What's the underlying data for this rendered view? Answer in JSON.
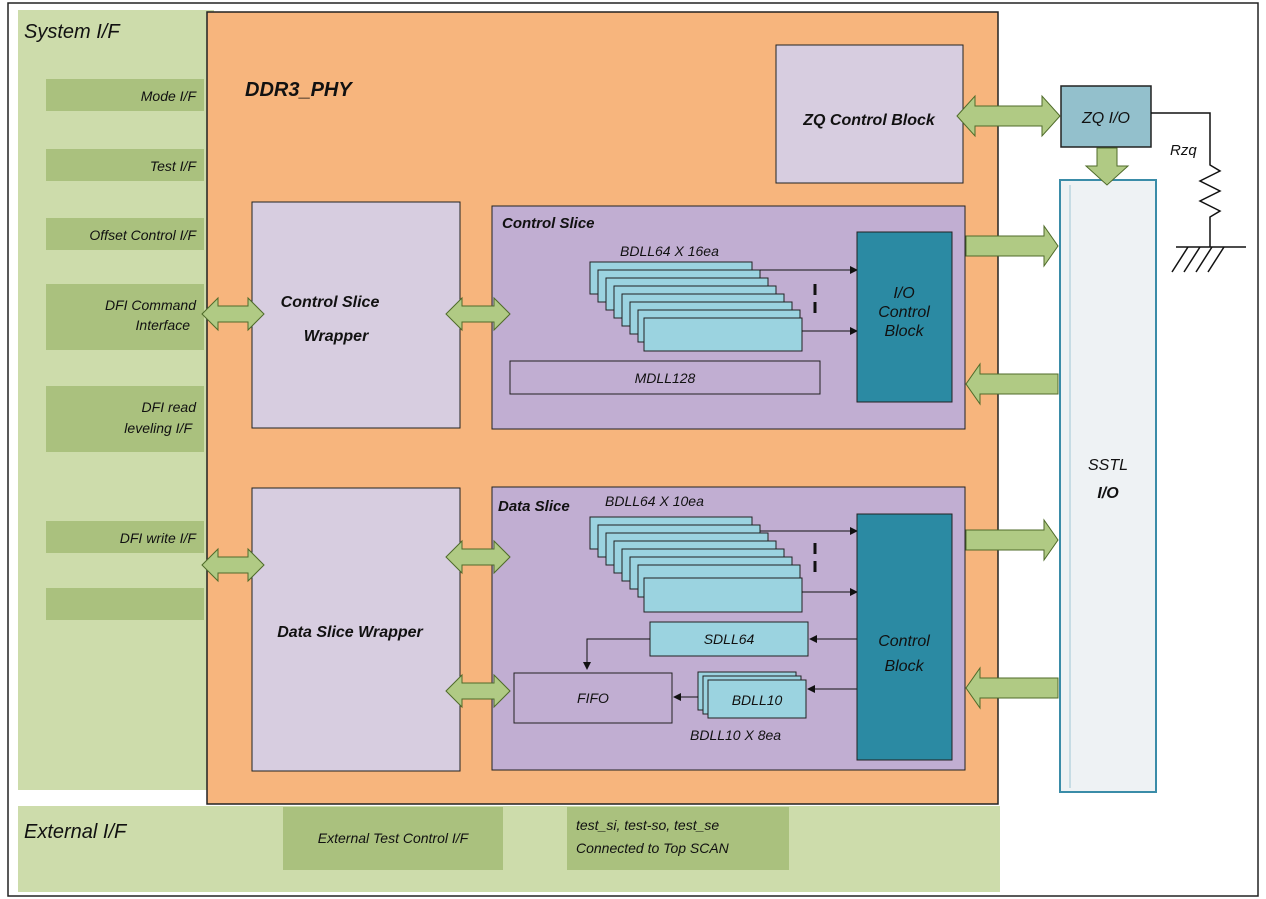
{
  "colors": {
    "frame": "#222222",
    "system_bg": "#cddcab",
    "system_btn": "#aac17e",
    "phy_bg": "#f7b57d",
    "wrapper_bg": "#d7cde0",
    "slice_bg": "#c1aed2",
    "bdll_fill": "#9bd3e0",
    "block_dark": "#2b8aa3",
    "arrow_fill": "#b0ca84",
    "sstl_bg": "#eef2f4",
    "sstl_border": "#3a8ca8",
    "zq_bg": "#93c0cc"
  },
  "system_if": {
    "title": "System I/F",
    "items": [
      {
        "lines": [
          "Mode I/F"
        ]
      },
      {
        "lines": [
          "Test I/F"
        ]
      },
      {
        "lines": [
          "Offset Control I/F"
        ]
      },
      {
        "lines": [
          "DFI Command",
          "Interface"
        ]
      },
      {
        "lines": [
          "DFI read",
          "leveling I/F"
        ]
      },
      {
        "lines": [
          "DFI write I/F"
        ]
      },
      {
        "lines": []
      }
    ]
  },
  "phy": {
    "title": "DDR3_PHY",
    "zq_block": "ZQ Control Block",
    "control_wrapper": [
      "Control  Slice",
      "Wrapper"
    ],
    "data_wrapper": "Data Slice  Wrapper",
    "control_slice": {
      "title": "Control Slice",
      "bdll_label": "BDLL64 X 16ea",
      "mdll": "MDLL128",
      "io_block": [
        "I/O",
        "Control",
        "Block"
      ]
    },
    "data_slice": {
      "title": "Data Slice",
      "bdll_label": "BDLL64 X 10ea",
      "sdll": "SDLL64",
      "fifo": "FIFO",
      "bdll10": "BDLL10",
      "bdll10_label": "BDLL10  X 8ea",
      "control_block": [
        "Control",
        "Block"
      ]
    }
  },
  "zq_io": "ZQ I/O",
  "rzq": "Rzq",
  "sstl": [
    "SSTL",
    "I/O"
  ],
  "external_if": {
    "title": "External I/F",
    "test_control": "External Test Control I/F",
    "scan_lines": [
      "test_si, test-so, test_se",
      "Connected to Top SCAN"
    ]
  }
}
